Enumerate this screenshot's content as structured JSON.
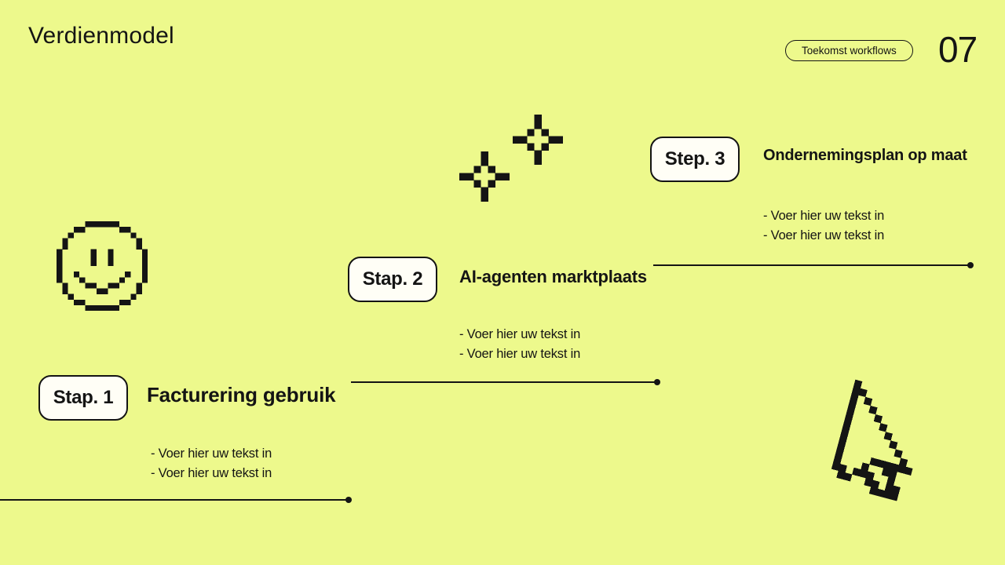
{
  "slide": {
    "title": "Verdienmodel",
    "tag_label": "Toekomst workflows",
    "page_number": "07"
  },
  "steps": [
    {
      "badge_label": "Stap. 1",
      "title": "Facturering gebruik",
      "bullets": [
        "- Voer hier uw tekst in",
        "- Voer hier uw tekst in"
      ]
    },
    {
      "badge_label": "Stap. 2",
      "title": "AI-agenten marktplaats",
      "bullets": [
        "- Voer hier uw tekst in",
        "- Voer hier uw tekst in"
      ]
    },
    {
      "badge_label": "Step. 3",
      "title": "Ondernemingsplan op maat",
      "bullets": [
        "- Voer hier uw tekst in",
        "- Voer hier uw tekst in"
      ]
    }
  ],
  "decorations": {
    "icons": [
      "pixel-smiley-icon",
      "pixel-sparkle-icon",
      "pixel-sparkle-icon",
      "pixel-cursor-icon"
    ]
  },
  "colors": {
    "background": "#edf98c",
    "ink": "#141414",
    "badge_background": "#fffef6"
  }
}
